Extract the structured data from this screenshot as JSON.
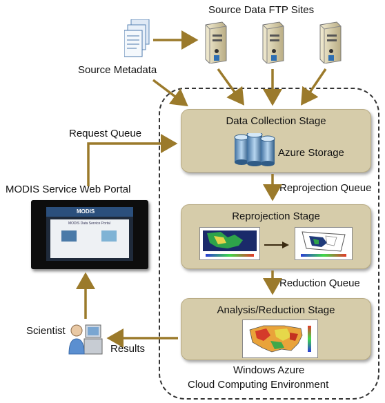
{
  "labels": {
    "source_ftp": "Source Data FTP Sites",
    "source_metadata": "Source Metadata",
    "request_queue": "Request Queue",
    "portal": "MODIS Service Web Portal",
    "scientist": "Scientist",
    "results": "Results",
    "reprojection_queue": "Reprojection Queue",
    "reduction_queue": "Reduction Queue",
    "environment_line1": "Windows Azure",
    "environment_line2": "Cloud Computing Environment"
  },
  "stages": {
    "collection": {
      "title": "Data Collection Stage",
      "storage_label": "Azure Storage"
    },
    "reprojection": {
      "title": "Reprojection Stage"
    },
    "analysis": {
      "title": "Analysis/Reduction Stage"
    }
  },
  "portal_screen": {
    "banner": "MODIS",
    "subtitle": "MODIS Data Service Portal"
  },
  "colors": {
    "arrow": "#9b7a2b",
    "stage_fill": "#d6ccaa",
    "env_border": "#333333"
  },
  "icons": [
    "document-stack-icon",
    "server-icon",
    "database-cylinder-icon",
    "user-computer-icon",
    "web-browser-screenshot"
  ]
}
